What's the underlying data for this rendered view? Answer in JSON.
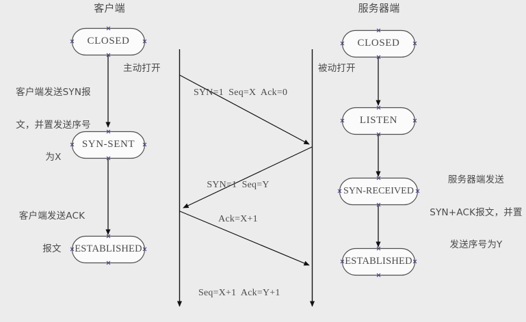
{
  "diagram": {
    "title_left": "客户端",
    "title_right": "服务器端",
    "background_color": "#ececec",
    "line_color": "#1a1a1a",
    "text_color": "#4a4a4a",
    "node_fill": "#fbfbfb"
  },
  "columns": {
    "client": {
      "header": "客户端",
      "open_label": "主动打开",
      "states": [
        {
          "id": "client-closed",
          "label": "CLOSED"
        },
        {
          "id": "client-syn-sent",
          "label": "SYN-SENT"
        },
        {
          "id": "client-established",
          "label": "ESTABLISHED"
        }
      ],
      "annotations": [
        {
          "id": "client-syn-note",
          "lines": [
            "客户端发送SYN报",
            "文，并置发送序号",
            "为X"
          ]
        },
        {
          "id": "client-ack-note",
          "lines": [
            "客户端发送ACK",
            "报文"
          ]
        }
      ]
    },
    "server": {
      "header": "服务器端",
      "open_label": "被动打开",
      "states": [
        {
          "id": "server-closed",
          "label": "CLOSED"
        },
        {
          "id": "server-listen",
          "label": "LISTEN"
        },
        {
          "id": "server-syn-received",
          "label": "SYN-RECEIVED"
        },
        {
          "id": "server-established",
          "label": "ESTABLISHED"
        }
      ],
      "annotations": [
        {
          "id": "server-synack-note",
          "lines": [
            "服务器端发送",
            "SYN+ACK报文，并置",
            "发送序号为Y"
          ]
        }
      ]
    }
  },
  "messages": [
    {
      "id": "msg-syn",
      "direction": "client-to-server",
      "lines": [
        "SYN=1  Seq=X  Ack=0"
      ]
    },
    {
      "id": "msg-syn-ack",
      "direction": "server-to-client",
      "lines": [
        "SYN=1  Seq=Y",
        "Ack=X+1"
      ]
    },
    {
      "id": "msg-ack",
      "direction": "client-to-server",
      "lines": [
        "Seq=X+1  Ack=Y+1"
      ]
    }
  ]
}
